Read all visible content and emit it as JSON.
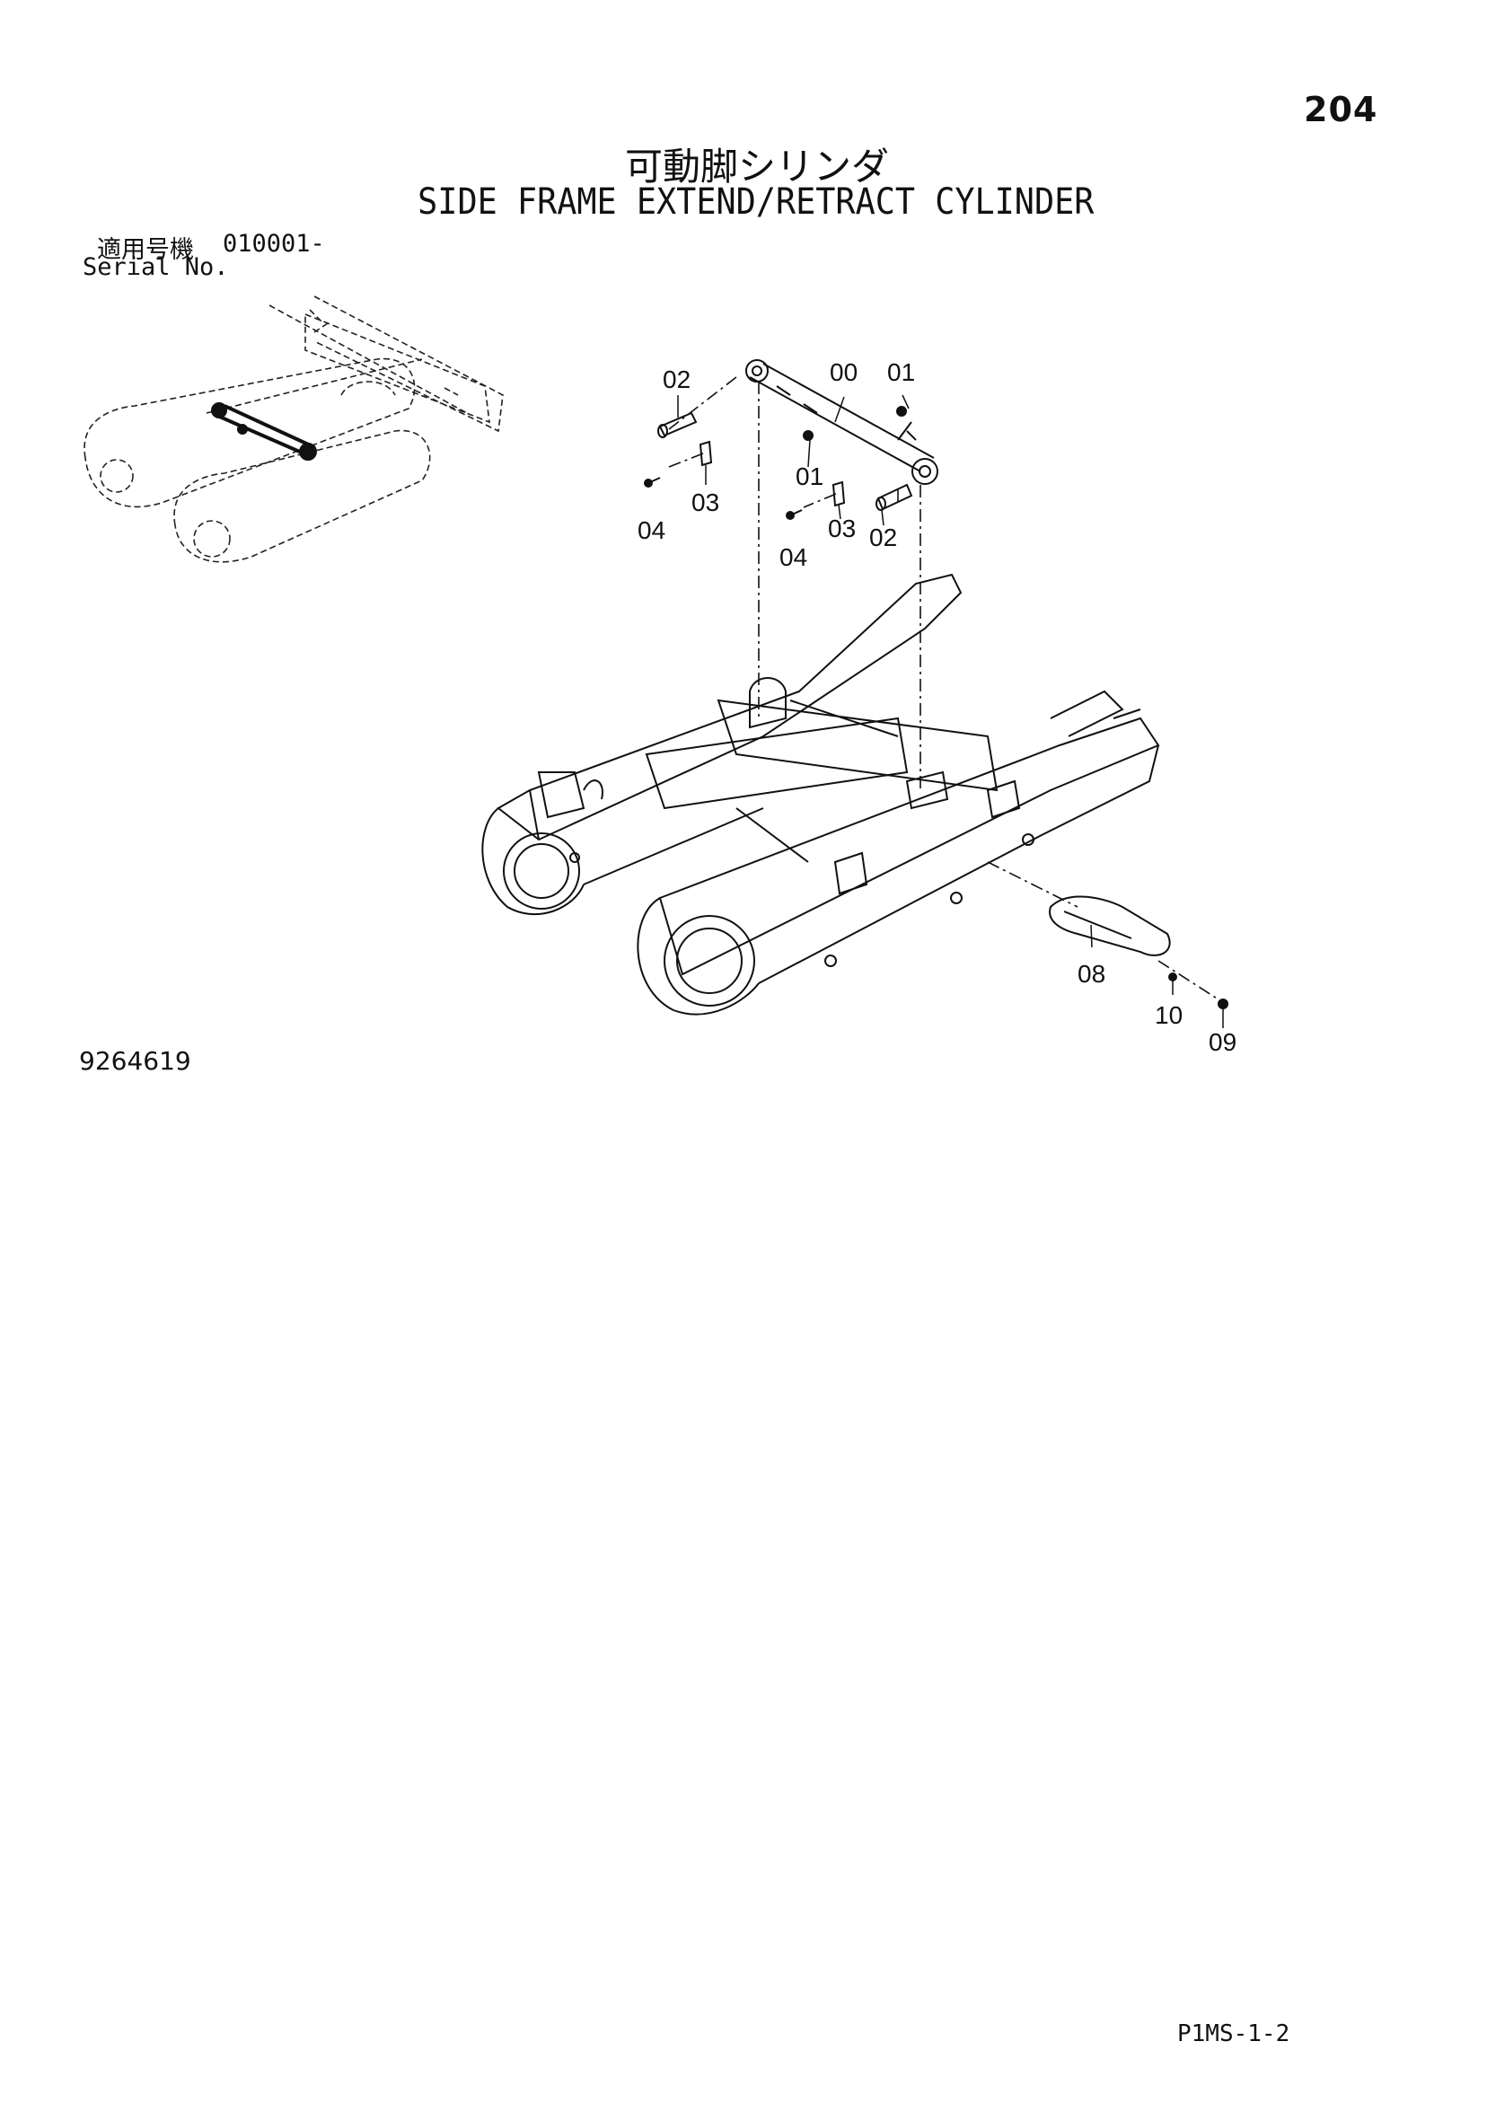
{
  "page_number": "204",
  "title_jp": "可動脚シリンダ",
  "title_en": "SIDE FRAME EXTEND/RETRACT CYLINDER",
  "serial": {
    "label_jp": "適用号機",
    "label_en": "Serial No.",
    "value": "010001-"
  },
  "callouts": {
    "c00": "00",
    "c01a": "01",
    "c01b": "01",
    "c02a": "02",
    "c02b": "02",
    "c03a": "03",
    "c03b": "03",
    "c04a": "04",
    "c04b": "04",
    "c08": "08",
    "c09": "09",
    "c10": "10"
  },
  "drawing_number": "9264619",
  "catalog_code": "P1MS-1-2"
}
